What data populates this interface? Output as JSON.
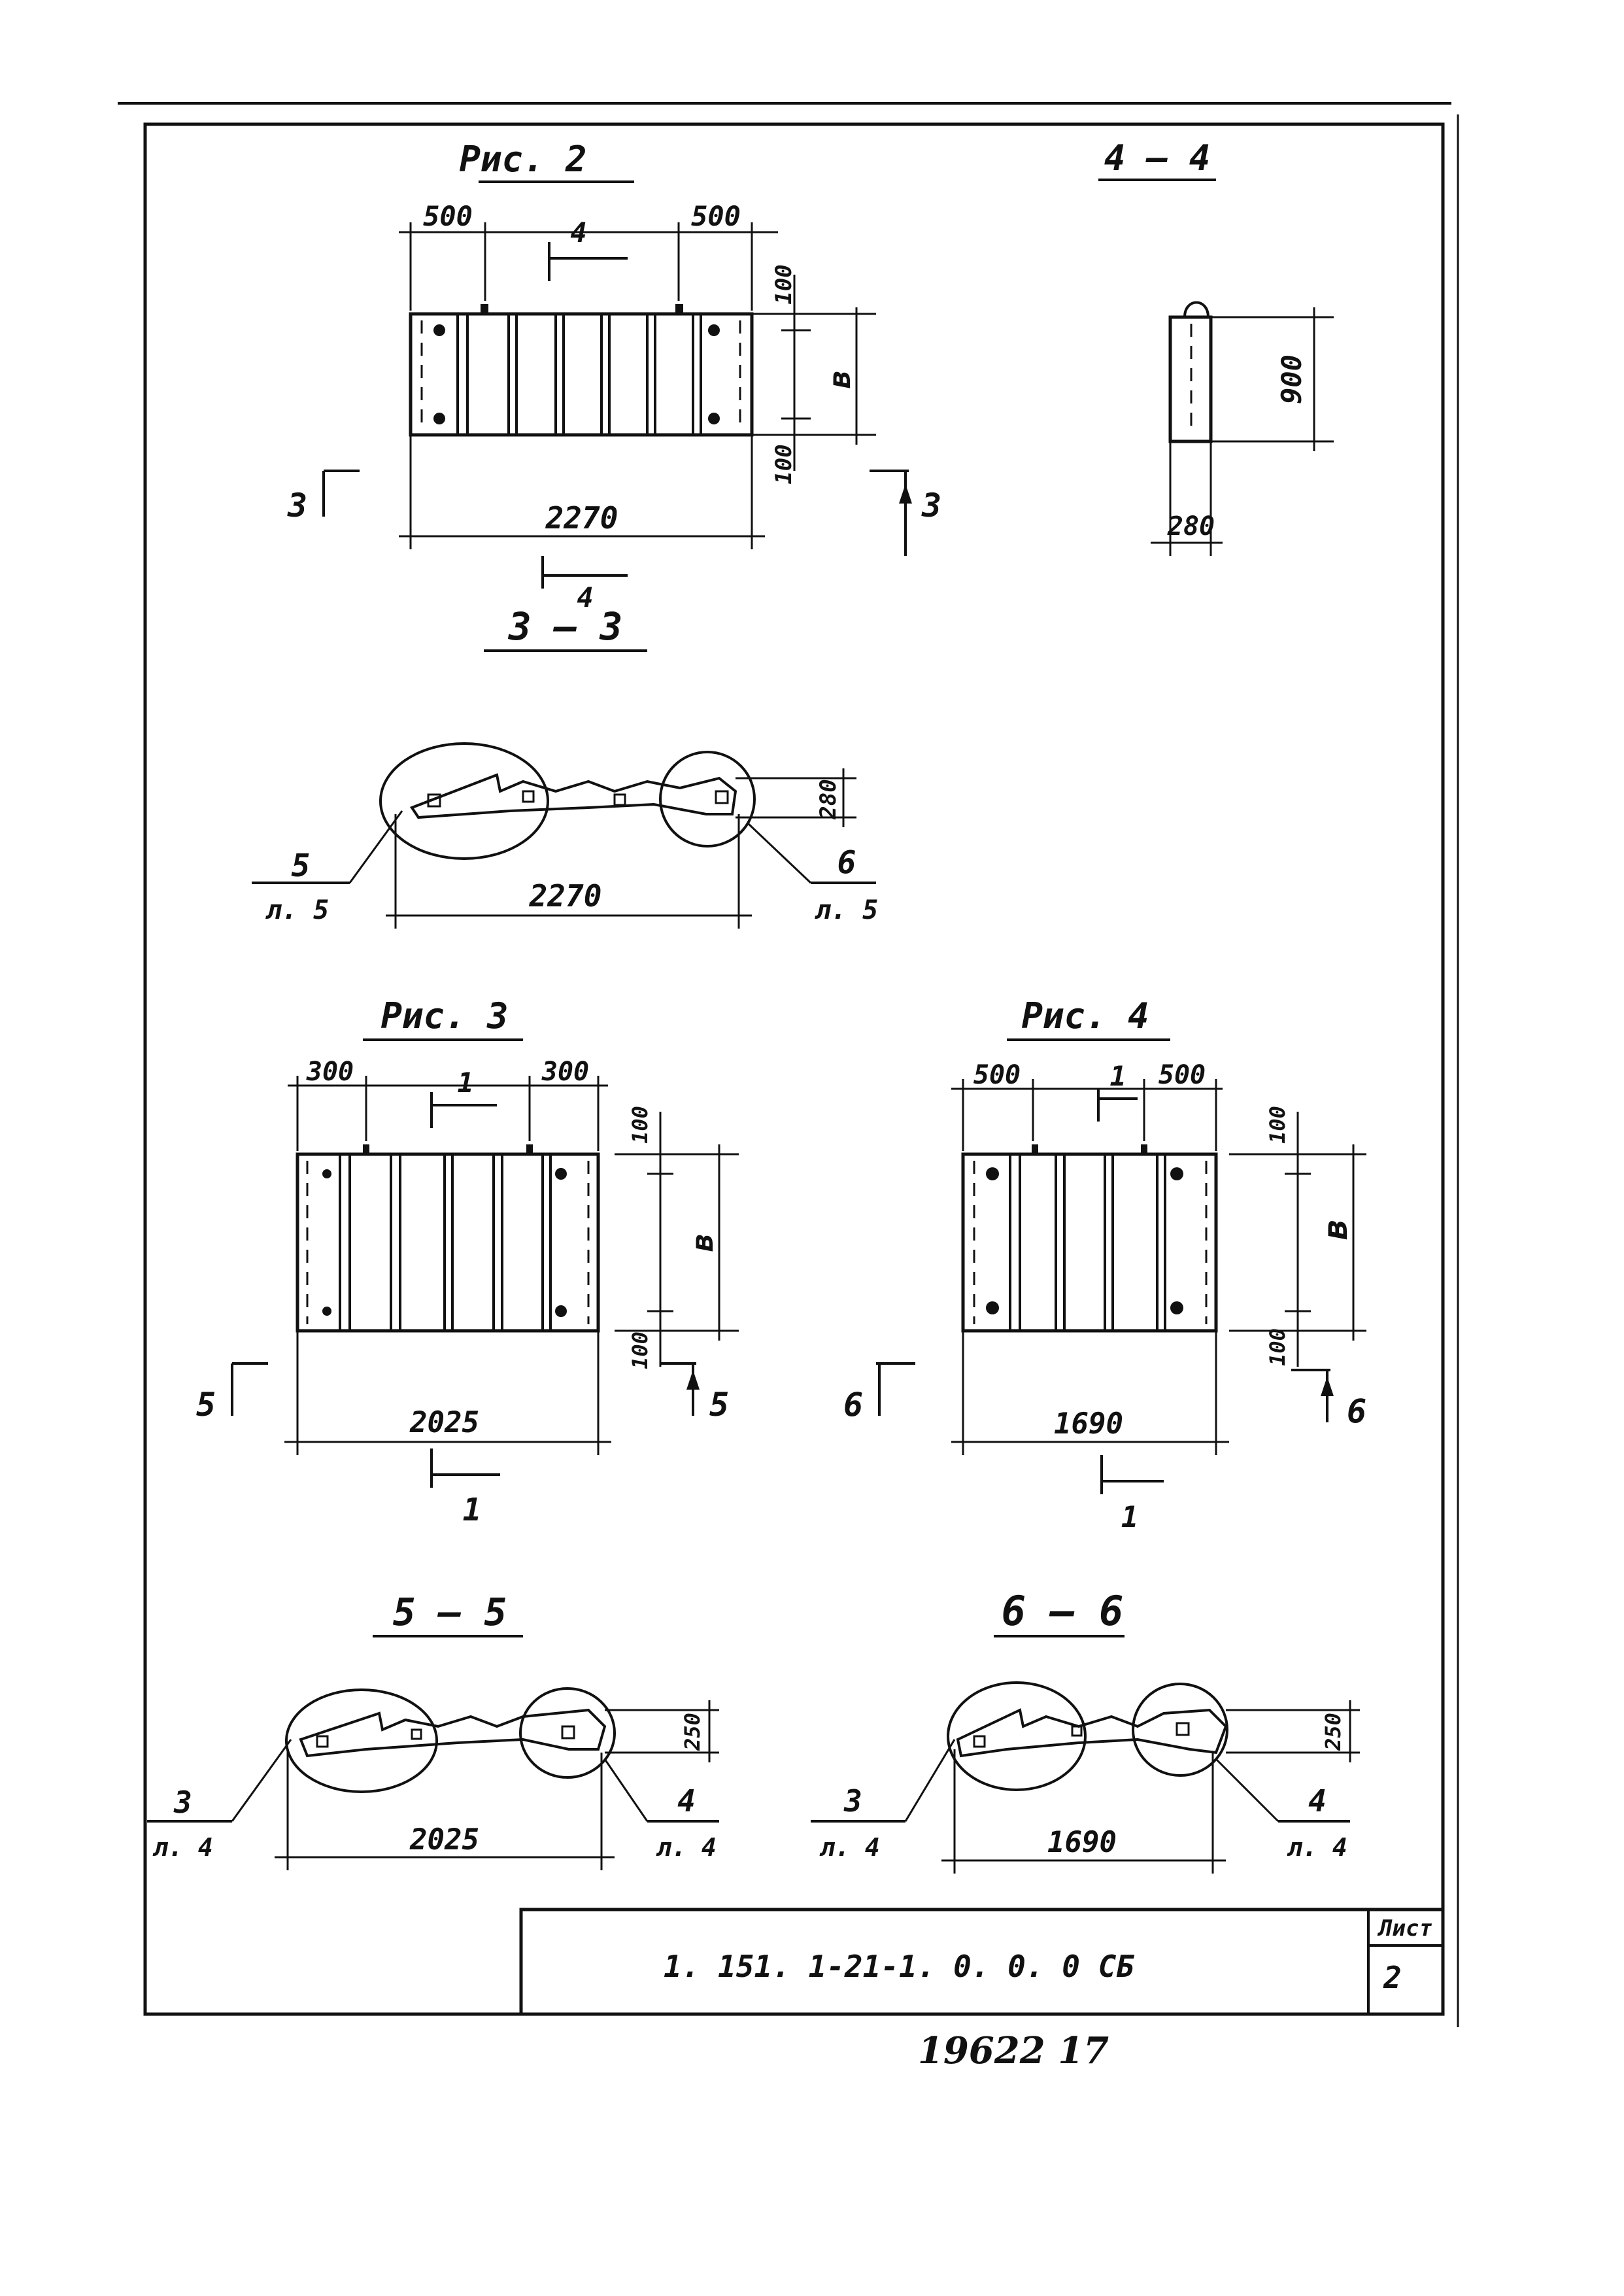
{
  "fig2": {
    "title": "Рис. 2",
    "dim_left_top": "500",
    "dim_right_top": "500",
    "dim_width": "2270",
    "dim_edge_top": "100",
    "dim_edge_bottom": "100",
    "dim_height": "в",
    "cut_mark_left": "3",
    "cut_mark_right": "3",
    "cut_top": "4",
    "cut_bottom": "4"
  },
  "section44": {
    "title": "4 — 4",
    "dim_height": "900",
    "dim_width": "280"
  },
  "section33": {
    "title": "3 — 3",
    "dim_width": "2270",
    "dim_height": "280",
    "callout_left_num": "5",
    "callout_left_sheet": "л. 5",
    "callout_right_num": "6",
    "callout_right_sheet": "л. 5"
  },
  "fig3": {
    "title": "Рис. 3",
    "dim_left_top": "300",
    "dim_right_top": "300",
    "dim_width": "2025",
    "dim_edge_top": "100",
    "dim_edge_bottom": "100",
    "dim_height": "в",
    "cut_mark_left": "5",
    "cut_mark_right": "5",
    "cut_top": "1",
    "cut_bottom": "1"
  },
  "fig4": {
    "title": "Рис. 4",
    "dim_left_top": "500",
    "dim_right_top": "500",
    "dim_width": "1690",
    "dim_edge_top": "100",
    "dim_edge_bottom": "100",
    "dim_height": "в",
    "cut_mark_left": "6",
    "cut_mark_right": "6",
    "cut_top": "1",
    "cut_bottom": "1"
  },
  "section55": {
    "title": "5 — 5",
    "dim_width": "2025",
    "dim_height": "250",
    "callout_left_num": "3",
    "callout_left_sheet": "л. 4",
    "callout_right_num": "4",
    "callout_right_sheet": "л. 4"
  },
  "section66": {
    "title": "6 — 6",
    "dim_width": "1690",
    "dim_height": "250",
    "callout_left_num": "3",
    "callout_left_sheet": "л. 4",
    "callout_right_num": "4",
    "callout_right_sheet": "л. 4"
  },
  "title_block": {
    "doc_code": "1. 151. 1-21-1. 0. 0. 0  СБ",
    "sheet_label": "Лист",
    "sheet_number": "2"
  },
  "handwritten_note": "19622  17"
}
